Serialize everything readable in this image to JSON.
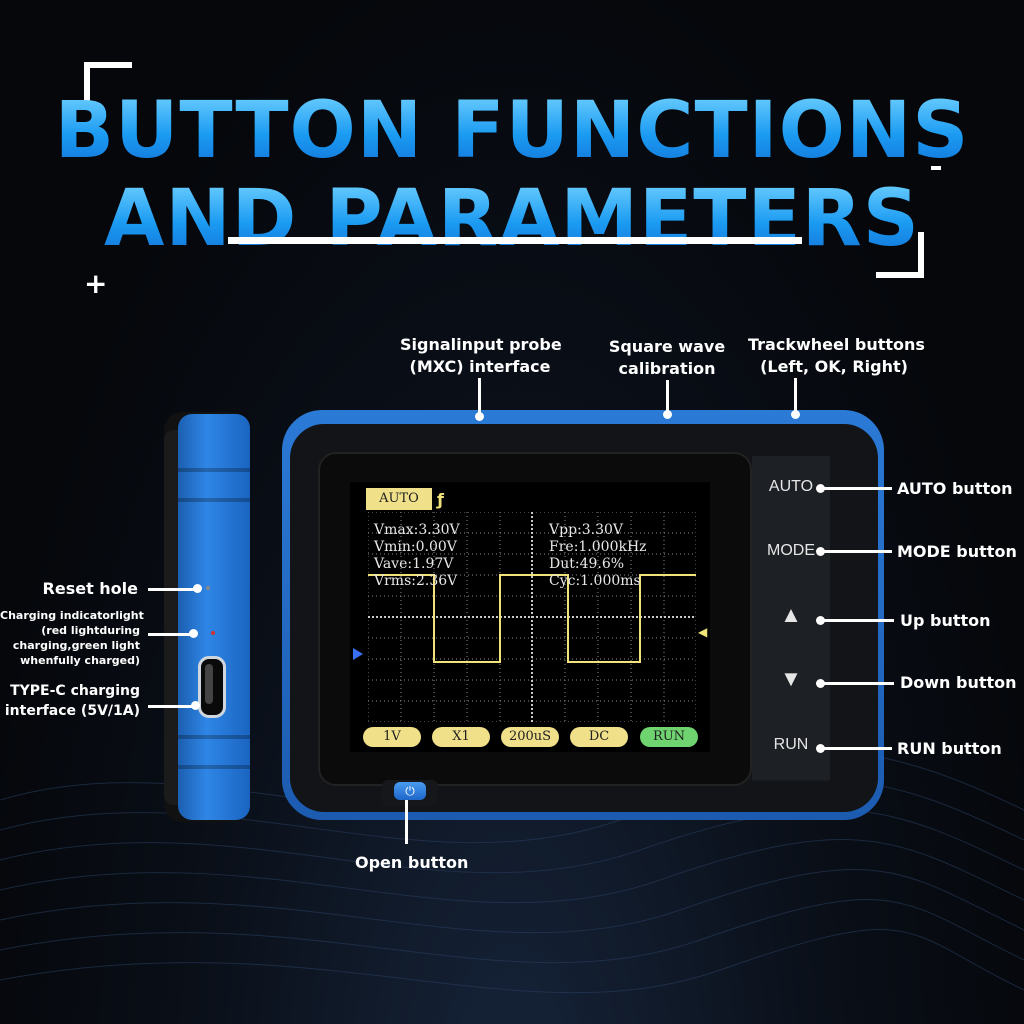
{
  "title": {
    "line1": "BUTTON FUNCTIONS",
    "line2": "AND PARAMETERS"
  },
  "callouts": {
    "probe": "Signalinput probe\n(MXC) interface",
    "square": "Square wave\ncalibration",
    "trackwheel": "Trackwheel buttons\n(Left, OK, Right)",
    "auto": "AUTO button",
    "mode": "MODE button",
    "up": "Up button",
    "down": "Down button",
    "run": "RUN button",
    "open": "Open button",
    "reset": "Reset hole",
    "charging_light": "Charging indicatorlight\n(red lightduring\ncharging,green light\nwhenfully charged)",
    "typec": "TYPE-C charging\ninterface (5V/1A)"
  },
  "device": {
    "buttons": {
      "auto": "AUTO",
      "mode": "MODE",
      "up": "▲",
      "down": "▼",
      "run": "RUN"
    },
    "power_icon": "⏻",
    "screen": {
      "mode_tag": "AUTO",
      "trigger_icon": "trigger-icon",
      "measurements_left": [
        "Vmax:3.30V",
        "Vmin:0.00V",
        "Vave:1.97V",
        "Vrms:2.36V"
      ],
      "measurements_right": [
        "Vpp:3.30V",
        "Fre:1.000kHz",
        "Dut:49.6%",
        "Cyc:1.000ms"
      ],
      "chips": [
        "1V",
        "X1",
        "200uS",
        "DC",
        "RUN"
      ],
      "colors": {
        "trace": "#f2e27a",
        "grid": "#8a8a8a",
        "chip": "#f0e08a",
        "run_chip": "#6fd36f"
      }
    }
  },
  "colors": {
    "title_blue": "#1b9bf2",
    "device_blue": "#2b7ad6",
    "background": "#05070b"
  }
}
